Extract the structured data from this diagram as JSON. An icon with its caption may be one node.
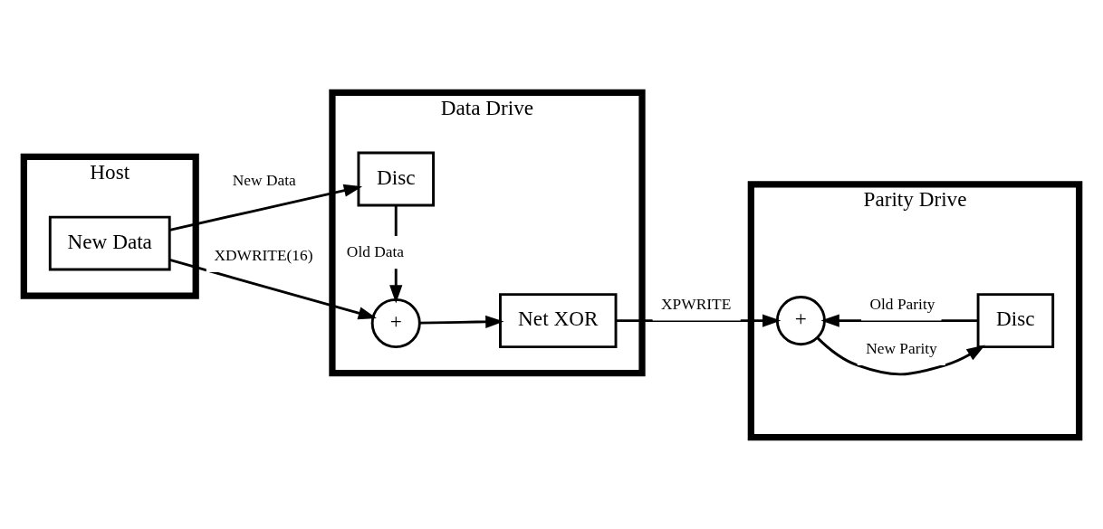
{
  "diagram": {
    "nodes": [
      {
        "text": [
          "Host"
        ]
      },
      {
        "text": [
          "New Data"
        ],
        "in": 0
      },
      {
        "text": [
          "Data Drive"
        ]
      },
      {
        "text": [
          "Disc"
        ],
        "in": 2
      },
      {
        "text": [
          "+"
        ],
        "in": 2
      },
      {
        "text": [
          "Net XOR"
        ],
        "in": 2
      },
      {
        "text": [
          "Parity Drive"
        ]
      },
      {
        "text": [
          "+"
        ],
        "in": 6
      },
      {
        "text": [
          "Disc"
        ],
        "in": 6
      }
    ],
    "edges": [
      {
        "from": 1,
        "to": 4,
        "arrow": "to",
        "label": "XDWRITE(16)"
      },
      {
        "from": 1,
        "to": 3,
        "arrow": "to",
        "label": "New Data"
      },
      {
        "from": 3,
        "to": 4,
        "arrow": "to",
        "label": "Old Data"
      },
      {
        "from": 4,
        "to": 5,
        "arrow": "to"
      },
      {
        "from": 5,
        "to": 7,
        "arrow": "to",
        "label": "XPWRITE"
      },
      {
        "from": 8,
        "to": 7,
        "arrow": "to",
        "label": "Old Parity"
      },
      {
        "from": 7,
        "to": 8,
        "arrow": "to",
        "label": "New Parity"
      }
    ]
  }
}
